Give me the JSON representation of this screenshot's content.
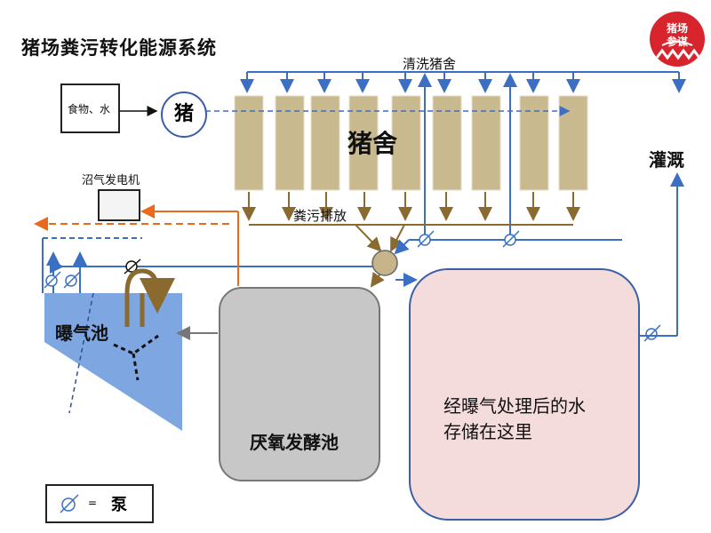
{
  "title": "猪场粪污转化能源系统",
  "logo": {
    "line1": "猪场",
    "line2": "参谋"
  },
  "labels": {
    "food_water": "食物、水",
    "pig": "猪",
    "wash_barn": "清洗猪舍",
    "barn": "猪舍",
    "manure_discharge": "粪污排放",
    "biogas_generator": "沼气发电机",
    "irrigation": "灌溉",
    "aeration_pool": "曝气池",
    "anaerobic_tank": "厌氧发酵池",
    "storage_line1": "经曝气处理后的水",
    "storage_line2": "存储在这里",
    "legend_eq": "=",
    "legend_pump": "泵"
  },
  "colors": {
    "water_blue": "#3b6fc4",
    "manure_brown": "#8a6a2e",
    "biogas_orange": "#ea6a1c",
    "barn_fill": "#c9b98f",
    "aeration_fill": "#7ea6e0",
    "storage_fill": "#f4dcdd",
    "tank_fill": "#c7c7c7",
    "logo_red": "#d8242c"
  },
  "icons": [
    "pump-icon",
    "mixer-valve-icon",
    "dashed-arrow-icon",
    "pig-logo-icon"
  ]
}
